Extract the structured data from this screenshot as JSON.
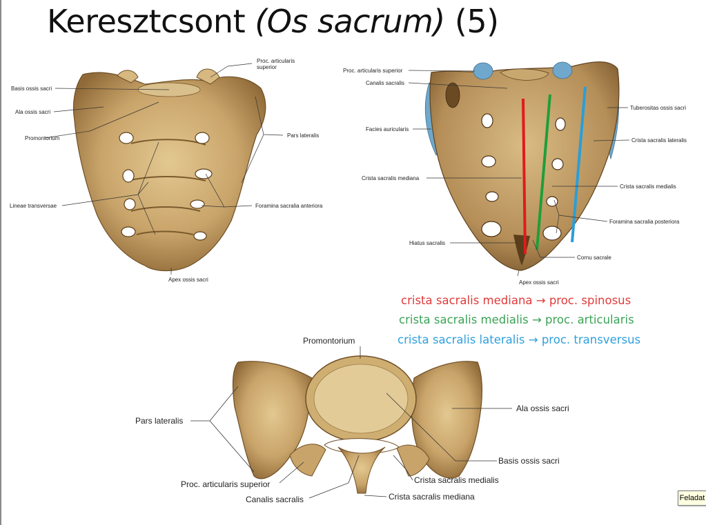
{
  "slide": {
    "title_plain": "Keresztcsont",
    "title_italic": "(Os sacrum)",
    "title_num": "(5)"
  },
  "fig_anterior": {
    "labels": {
      "proc_art_sup_1": "Proc. articularis",
      "proc_art_sup_2": "superior",
      "basis": "Basis ossis sacri",
      "ala": "Ala ossis sacri",
      "promontorium": "Promontorium",
      "pars_lateralis": "Pars lateralis",
      "lineae": "Lineae transversae",
      "foramina": "Foramina sacralia anteriora",
      "apex": "Apex ossis sacri"
    }
  },
  "fig_posterior": {
    "labels": {
      "proc_art_sup": "Proc. articularis superior",
      "canalis": "Canalis sacralis",
      "facies": "Facies auricularis",
      "crista_mediana": "Crista sacralis mediana",
      "hiatus": "Hiatus sacralis",
      "apex": "Apex ossis sacri",
      "tuberositas": "Tuberositas ossis sacri",
      "crista_lateralis": "Crista sacralis lateralis",
      "crista_medialis": "Crista sacralis medialis",
      "foramina": "Foramina sacralia posteriora",
      "cornu": "Cornu sacrale"
    },
    "line_colors": {
      "red": "#e01b1b",
      "green": "#1f9e3a",
      "blue": "#2a9ed8"
    }
  },
  "relations": [
    {
      "text": "crista sacralis mediana → proc. spinosus",
      "color": "#e03a3a"
    },
    {
      "text": "crista sacralis medialis → proc. articularis",
      "color": "#3aa356"
    },
    {
      "text": "crista sacralis lateralis → proc. transversus",
      "color": "#2fa0dc"
    }
  ],
  "fig_superior": {
    "labels": {
      "promontorium": "Promontorium",
      "pars_lateralis": "Pars lateralis",
      "ala": "Ala ossis sacri",
      "basis": "Basis ossis sacri",
      "proc_art_sup": "Proc. articularis superior",
      "canalis": "Canalis sacralis",
      "crista_medialis": "Crista sacralis medialis",
      "crista_mediana": "Crista sacralis mediana"
    }
  },
  "tooltip": {
    "text": "Feladat"
  },
  "colors": {
    "bone": "#c8a66e",
    "bone_dark": "#8a6a3a",
    "cartilage_blue": "#6fa8cc"
  }
}
